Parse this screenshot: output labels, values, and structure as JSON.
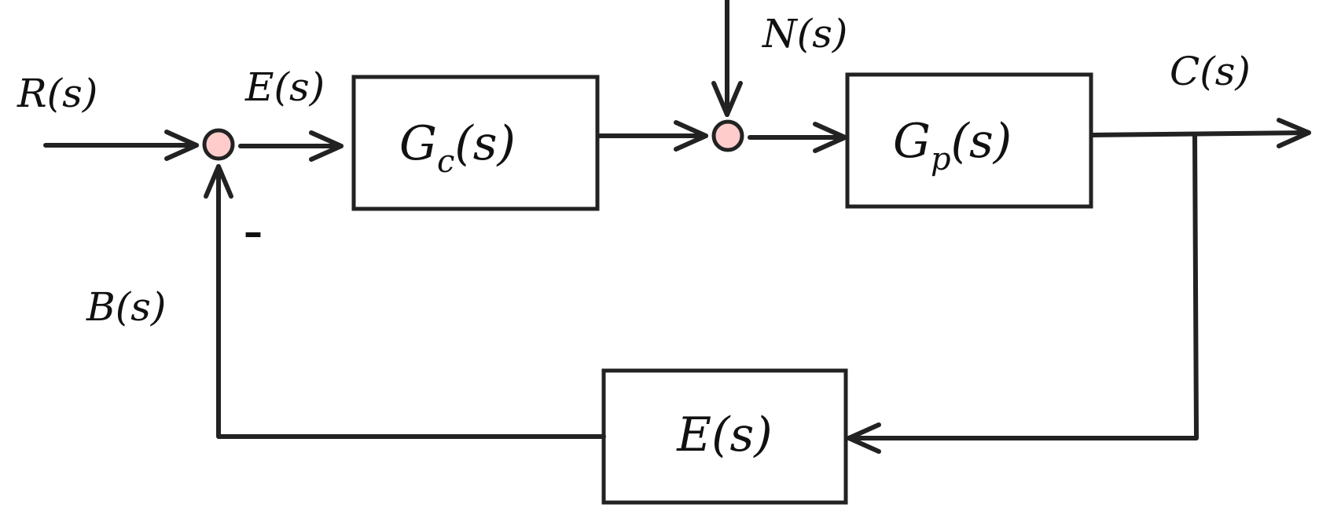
{
  "colors": {
    "line": "#222222",
    "junction_fill": "#ffcccc",
    "box_fill": "#ffffff"
  },
  "signals": {
    "reference": "R(s)",
    "error": "E(s)",
    "disturbance": "N(s)",
    "output": "C(s)",
    "feedback": "B(s)"
  },
  "blocks": {
    "controller": {
      "main": "G",
      "sub": "c",
      "arg": "(s)"
    },
    "plant": {
      "main": "G",
      "sub": "p",
      "arg": "(s)"
    },
    "feedback": {
      "label": "E(s)"
    }
  },
  "junctions": {
    "feedback_sign": "–"
  }
}
